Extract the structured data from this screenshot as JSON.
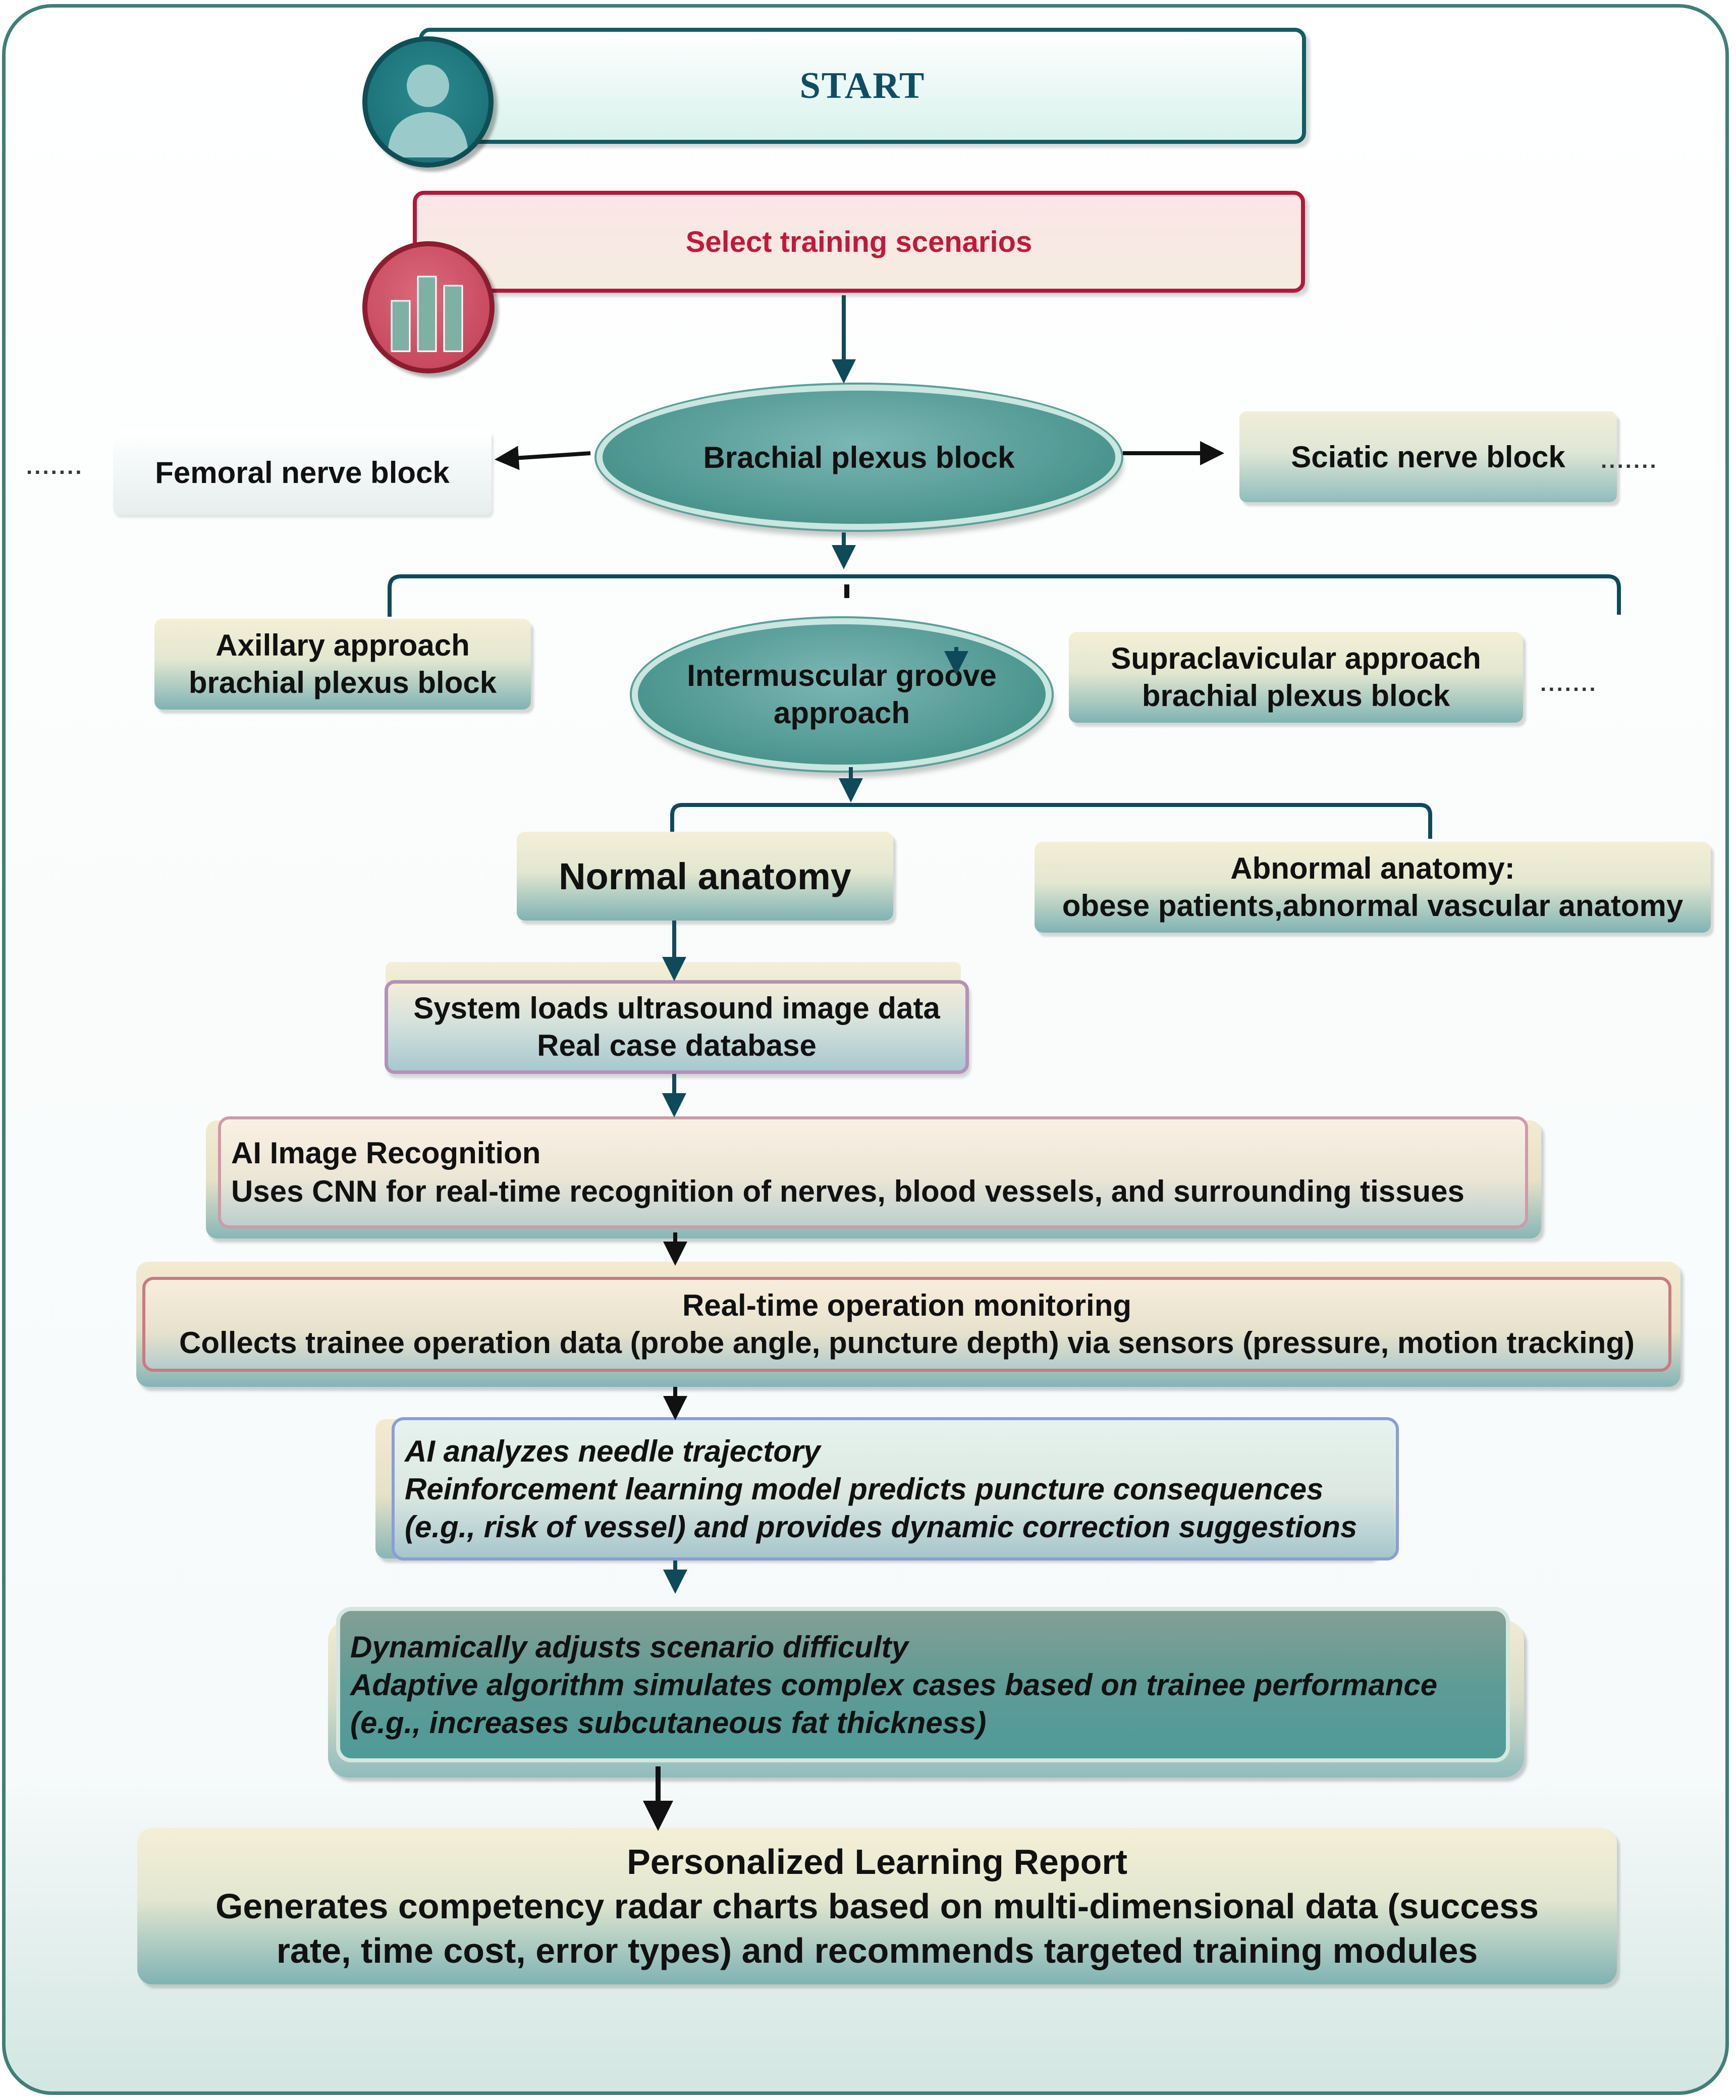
{
  "start": {
    "label": "START",
    "icon": "user-icon"
  },
  "select": {
    "label": "Select training scenarios",
    "icon": "bar-chart-icon"
  },
  "blocks": {
    "center": "Brachial plexus block",
    "left": "Femoral nerve block",
    "right": "Sciatic nerve block",
    "ellipsis": "......."
  },
  "approaches": {
    "left": [
      "Axillary approach",
      "brachial plexus block"
    ],
    "center": [
      "Intermuscular groove",
      "approach"
    ],
    "right": [
      "Supraclavicular approach",
      "brachial plexus block"
    ],
    "ellipsis": "......."
  },
  "anatomy": {
    "normal": "Normal anatomy",
    "abnormal": [
      "Abnormal anatomy:",
      "obese patients,abnormal vascular anatomy"
    ]
  },
  "steps": {
    "load": [
      "System loads ultrasound image data",
      "Real case database"
    ],
    "recognition": [
      "AI Image Recognition",
      "Uses CNN for real-time recognition of nerves, blood vessels, and surrounding tissues"
    ],
    "monitoring": [
      "Real-time operation monitoring",
      "Collects trainee operation data (probe angle, puncture depth) via sensors (pressure, motion tracking)"
    ],
    "trajectory": [
      "AI analyzes needle trajectory",
      "Reinforcement learning model predicts puncture consequences",
      "(e.g., risk of vessel) and provides dynamic correction suggestions"
    ],
    "difficulty": [
      "Dynamically adjusts scenario difficulty",
      "Adaptive algorithm simulates complex cases based on trainee performance",
      "(e.g., increases subcutaneous fat thickness)"
    ],
    "report": [
      "Personalized Learning Report",
      "Generates competency radar charts based on multi-dimensional data (success",
      "rate, time cost, error types) and recommends targeted training modules"
    ]
  },
  "colors": {
    "teal_dark": "#0f5e66",
    "red_accent": "#c3183a",
    "arrow_teal": "#0f4a5a",
    "frame": "#3f7f78"
  }
}
